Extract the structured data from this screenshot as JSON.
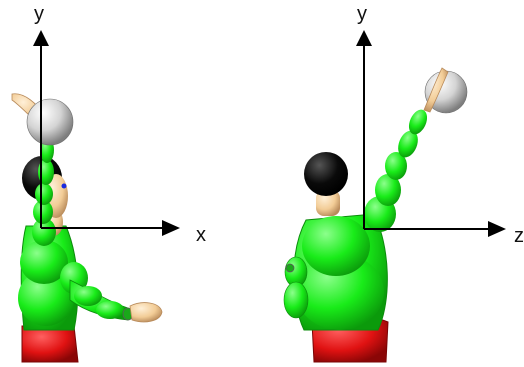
{
  "colors": {
    "body": "#19ec19",
    "body_dark": "#0c8c0c",
    "skin": "#f2cc96",
    "skin_dark": "#b88a5a",
    "hair": "#0a0a0a",
    "shorts": "#e01212",
    "shorts_dark": "#8a0606",
    "ball": "#d4d4d4",
    "ball_dark": "#8a8a8a",
    "axis": "#000000"
  },
  "views": {
    "front": {
      "axes": {
        "vertical_label": "y",
        "horizontal_label": "x"
      }
    },
    "side": {
      "axes": {
        "vertical_label": "y",
        "horizontal_label": "z"
      }
    }
  }
}
